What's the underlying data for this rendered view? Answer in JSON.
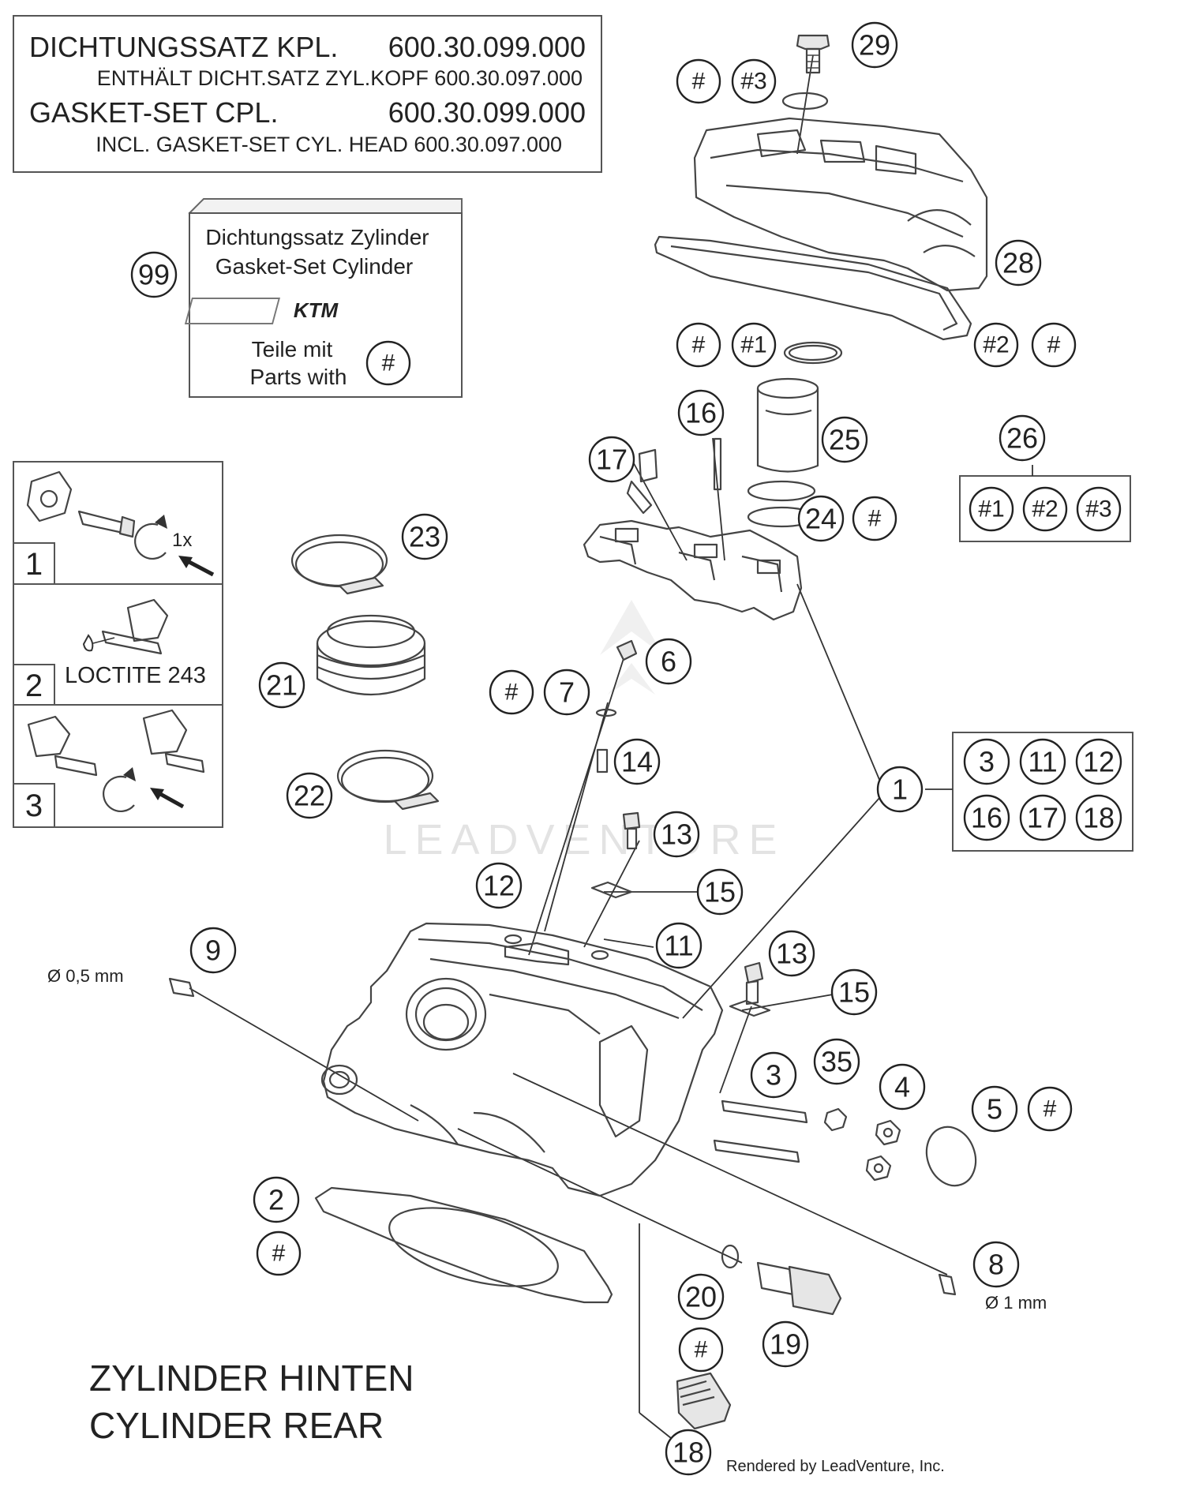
{
  "gasket_box": {
    "line1_label": "DICHTUNGSSATZ KPL.",
    "line1_number": "600.30.099.000",
    "line2": "ENTHÄLT DICHT.SATZ ZYL.KOPF 600.30.097.000",
    "line3_label": "GASKET-SET CPL.",
    "line3_number": "600.30.099.000",
    "line4": "INCL. GASKET-SET CYL. HEAD 600.30.097.000"
  },
  "kit_box": {
    "title_de": "Dichtungssatz Zylinder",
    "title_en": "Gasket-Set Cylinder",
    "logo": "KTM",
    "parts_de": "Teile mit",
    "parts_en": "Parts with",
    "symbol": "#"
  },
  "instructions": {
    "step1": "1",
    "step1_note": "1x",
    "step2": "2",
    "step2_note": "LOCTITE 243",
    "step3": "3"
  },
  "dimensions": {
    "left": "Ø 0,5 mm",
    "right": "Ø 1 mm"
  },
  "title": {
    "line1": "ZYLINDER HINTEN",
    "line2": "CYLINDER REAR"
  },
  "watermark": "LEADVENTURE",
  "credit": "Rendered by LeadVenture, Inc.",
  "callouts": {
    "c99": "99",
    "c29": "29",
    "h_29": "#",
    "h3_29": "#3",
    "c28": "28",
    "h_1": "#",
    "h1_1": "#1",
    "h2_2": "#2",
    "h_2": "#",
    "c16": "16",
    "c25": "25",
    "c17": "17",
    "c26": "26",
    "g1": "#1",
    "g2": "#2",
    "g3": "#3",
    "c24": "24",
    "h_24": "#",
    "c23": "23",
    "c21": "21",
    "c6": "6",
    "h_7": "#",
    "c7": "7",
    "c14": "14",
    "c22": "22",
    "c1": "1",
    "k3": "3",
    "k11": "11",
    "k12": "12",
    "k16": "16",
    "k17": "17",
    "k18": "18",
    "c13a": "13",
    "c12": "12",
    "c15a": "15",
    "c11": "11",
    "c9": "9",
    "c13b": "13",
    "c15b": "15",
    "c3": "3",
    "c35": "35",
    "c4": "4",
    "c5": "5",
    "h_5": "#",
    "c2": "2",
    "h_2b": "#",
    "c8": "8",
    "c20": "20",
    "h_20": "#",
    "c19": "19",
    "c18": "18"
  }
}
